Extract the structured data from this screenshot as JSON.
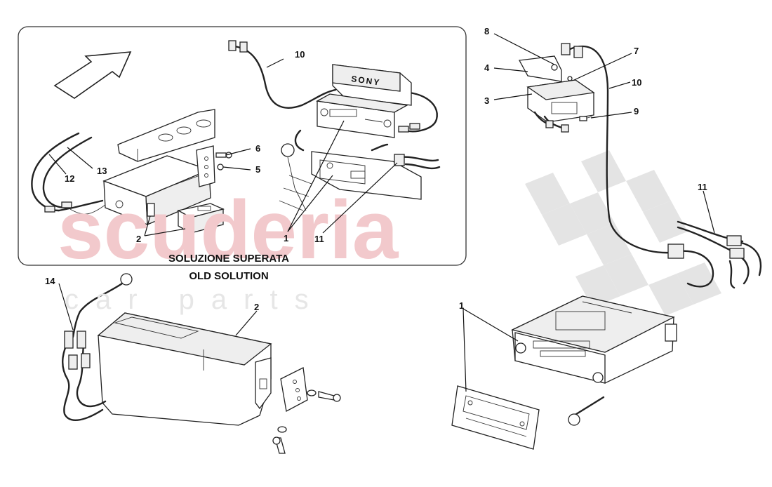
{
  "watermark": {
    "brand": "scuderia",
    "sub": "car parts"
  },
  "inset": {
    "caption_it": "SOLUZIONE SUPERATA",
    "caption_en": "OLD SOLUTION"
  },
  "brand_mark": "SONY",
  "callouts": {
    "inset_10": "10",
    "inset_6": "6",
    "inset_5": "5",
    "inset_12": "12",
    "inset_13": "13",
    "inset_2": "2",
    "inset_1": "1",
    "inset_11": "11",
    "r_8": "8",
    "r_4": "4",
    "r_3": "3",
    "r_7": "7",
    "r_10": "10",
    "r_9": "9",
    "r_11": "11",
    "main_14": "14",
    "main_2": "2",
    "main_1": "1"
  },
  "colors": {
    "watermark": "#f2c9cc",
    "checker": "#e3e3e3",
    "ink": "#111111"
  }
}
